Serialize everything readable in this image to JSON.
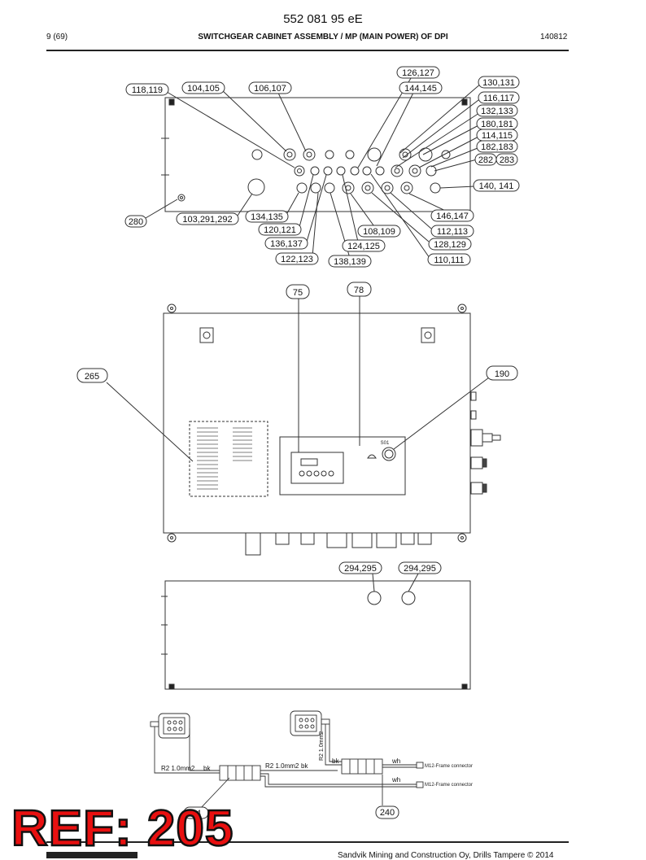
{
  "header": {
    "doc_number": "552 081 95 eE",
    "page": "9 (69)",
    "title": "SWITCHGEAR CABINET ASSEMBLY / MP (MAIN POWER) OF DPI",
    "date_code": "140812"
  },
  "top_view_callouts": [
    "118,119",
    "104,105",
    "106,107",
    "126,127",
    "144,145",
    "130,131",
    "116,117",
    "132,133",
    "180,181",
    "114,115",
    "182,183",
    "282",
    "283",
    "140, 141",
    "280",
    "103,291,292",
    "134,135",
    "120,121",
    "136,137",
    "122,123",
    "138,139",
    "124,125",
    "108,109",
    "146,147",
    "112,113",
    "128,129",
    "110,111"
  ],
  "front_view_callouts": [
    "75",
    "78",
    "265",
    "190"
  ],
  "front_view_panel_label": "S01",
  "bottom_view_callouts": [
    "294,295",
    "294,295"
  ],
  "wiring": {
    "labels": {
      "r2_left": "R2 1.0mm2",
      "bk_left": "bk",
      "r2_mid": "R2 1.0mm2",
      "bk_mid": "bk",
      "r2_vertical": "R2 1.0mm2",
      "bk_right": "bk",
      "wh_top": "wh",
      "wh_bottom": "wh",
      "connector_top": "M12-Frame connector",
      "connector_bottom": "M12-Frame connector"
    },
    "callouts": [
      "24",
      "240"
    ]
  },
  "ref_stamp": "REF: 205",
  "footer": {
    "copyright": "Sandvik Mining and Construction Oy, Drills Tampere © 2014"
  }
}
